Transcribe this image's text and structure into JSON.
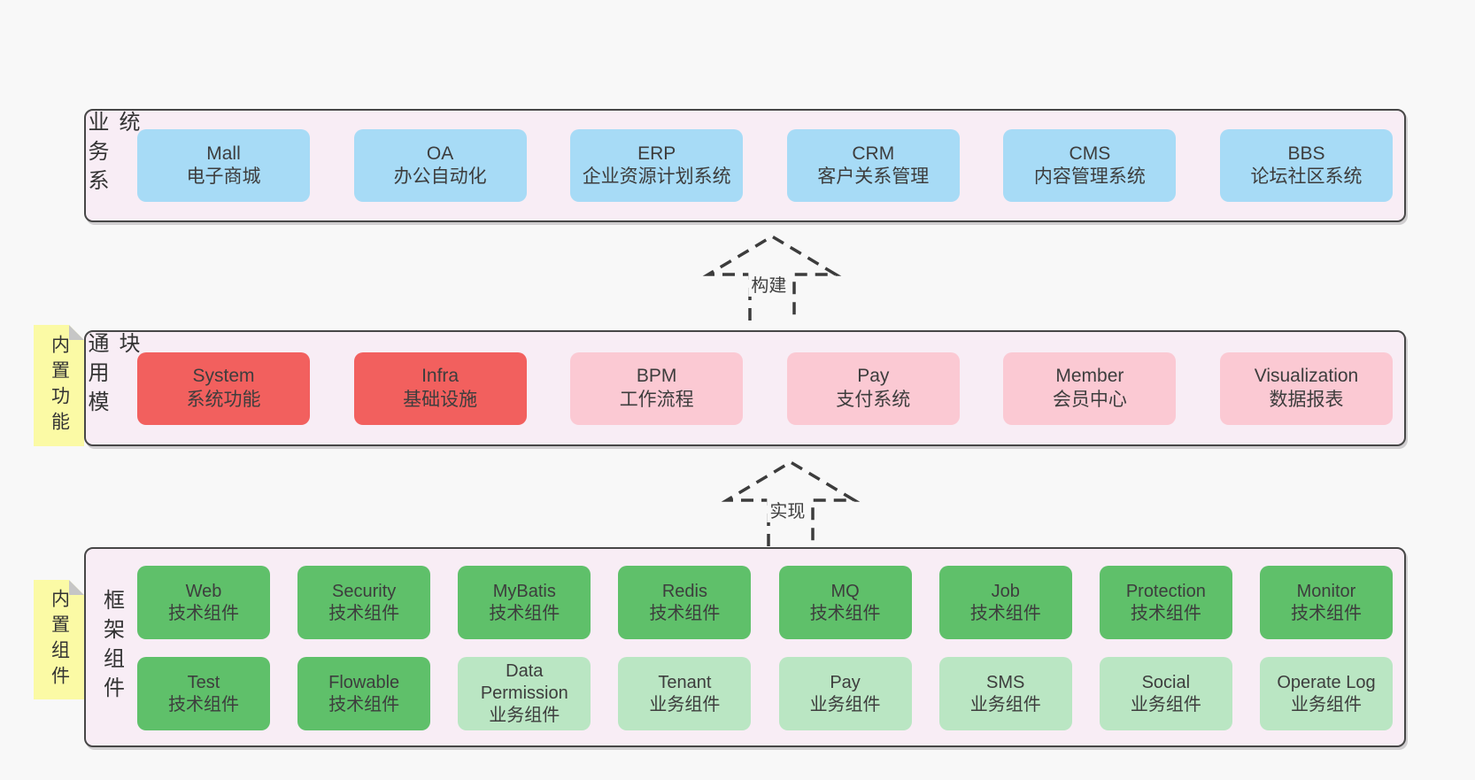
{
  "colors": {
    "page_bg": "#f8f8f8",
    "panel_bg": "#f8edf5",
    "panel_border": "#474747",
    "business_box": "#a7dbf6",
    "core_module_box": "#f2605e",
    "extension_module_box": "#fbc9d3",
    "tech_component_box": "#5fc06a",
    "biz_component_box": "#bae6c3",
    "sticky_note": "#fbfaa5",
    "text": "#3d3d3d"
  },
  "sections": {
    "business": {
      "label": "业务系统",
      "boxes": [
        {
          "name": "Mall",
          "desc": "电子商城",
          "type": "blue"
        },
        {
          "name": "OA",
          "desc": "办公自动化",
          "type": "blue"
        },
        {
          "name": "ERP",
          "desc": "企业资源计划系统",
          "type": "blue"
        },
        {
          "name": "CRM",
          "desc": "客户关系管理",
          "type": "blue"
        },
        {
          "name": "CMS",
          "desc": "内容管理系统",
          "type": "blue"
        },
        {
          "name": "BBS",
          "desc": "论坛社区系统",
          "type": "blue"
        }
      ]
    },
    "modules": {
      "label": "通用模块",
      "note": "内置功能",
      "boxes": [
        {
          "name": "System",
          "desc": "系统功能",
          "type": "red"
        },
        {
          "name": "Infra",
          "desc": "基础设施",
          "type": "red"
        },
        {
          "name": "BPM",
          "desc": "工作流程",
          "type": "pink"
        },
        {
          "name": "Pay",
          "desc": "支付系统",
          "type": "pink"
        },
        {
          "name": "Member",
          "desc": "会员中心",
          "type": "pink"
        },
        {
          "name": "Visualization",
          "desc": "数据报表",
          "type": "pink"
        }
      ]
    },
    "framework": {
      "label": "框架组件",
      "note": "内置组件",
      "row1": [
        {
          "name": "Web",
          "desc": "技术组件",
          "type": "green"
        },
        {
          "name": "Security",
          "desc": "技术组件",
          "type": "green"
        },
        {
          "name": "MyBatis",
          "desc": "技术组件",
          "type": "green"
        },
        {
          "name": "Redis",
          "desc": "技术组件",
          "type": "green"
        },
        {
          "name": "MQ",
          "desc": "技术组件",
          "type": "green"
        },
        {
          "name": "Job",
          "desc": "技术组件",
          "type": "green"
        },
        {
          "name": "Protection",
          "desc": "技术组件",
          "type": "green"
        },
        {
          "name": "Monitor",
          "desc": "技术组件",
          "type": "green"
        }
      ],
      "row2": [
        {
          "name": "Test",
          "desc": "技术组件",
          "type": "green"
        },
        {
          "name": "Flowable",
          "desc": "技术组件",
          "type": "green"
        },
        {
          "name": "Data Permission",
          "desc": "业务组件",
          "type": "lightgreen"
        },
        {
          "name": "Tenant",
          "desc": "业务组件",
          "type": "lightgreen"
        },
        {
          "name": "Pay",
          "desc": "业务组件",
          "type": "lightgreen"
        },
        {
          "name": "SMS",
          "desc": "业务组件",
          "type": "lightgreen"
        },
        {
          "name": "Social",
          "desc": "业务组件",
          "type": "lightgreen"
        },
        {
          "name": "Operate Log",
          "desc": "业务组件",
          "type": "lightgreen"
        }
      ]
    }
  },
  "arrows": {
    "build": {
      "label": "构建"
    },
    "implement": {
      "label": "实现"
    }
  }
}
